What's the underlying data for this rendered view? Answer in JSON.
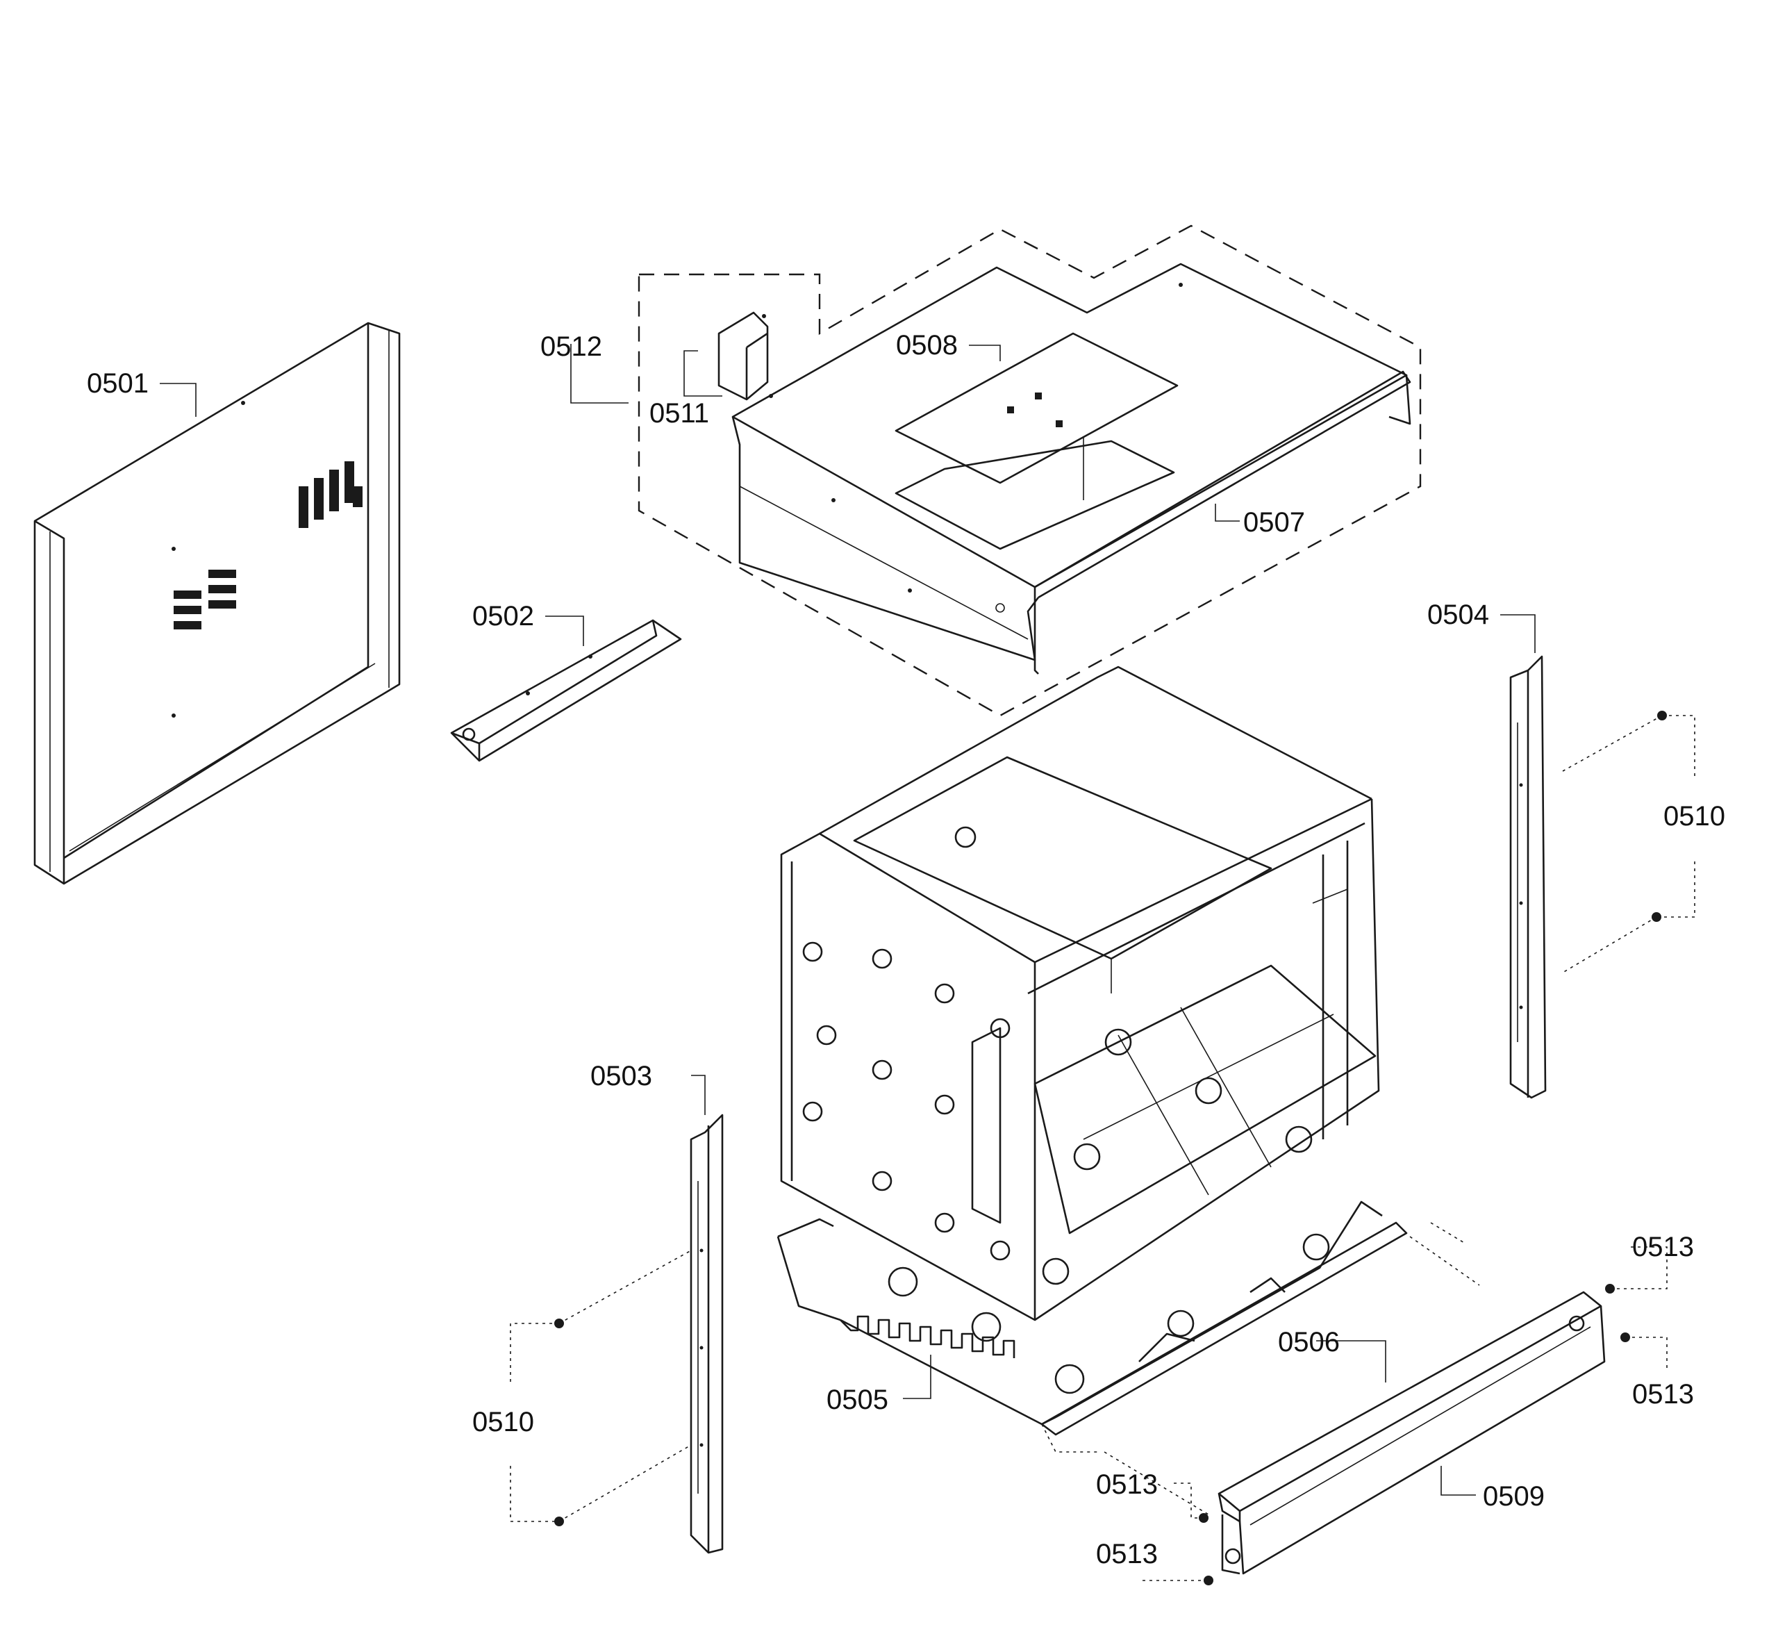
{
  "labels": {
    "l0501": "0501",
    "l0502": "0502",
    "l0503": "0503",
    "l0504": "0504",
    "l0505": "0505",
    "l0506": "0506",
    "l0507": "0507",
    "l0508": "0508",
    "l0509": "0509",
    "l0510a": "0510",
    "l0510b": "0510",
    "l0511": "0511",
    "l0512": "0512",
    "l0513a": "0513",
    "l0513b": "0513",
    "l0513c": "0513",
    "l0513d": "0513"
  }
}
